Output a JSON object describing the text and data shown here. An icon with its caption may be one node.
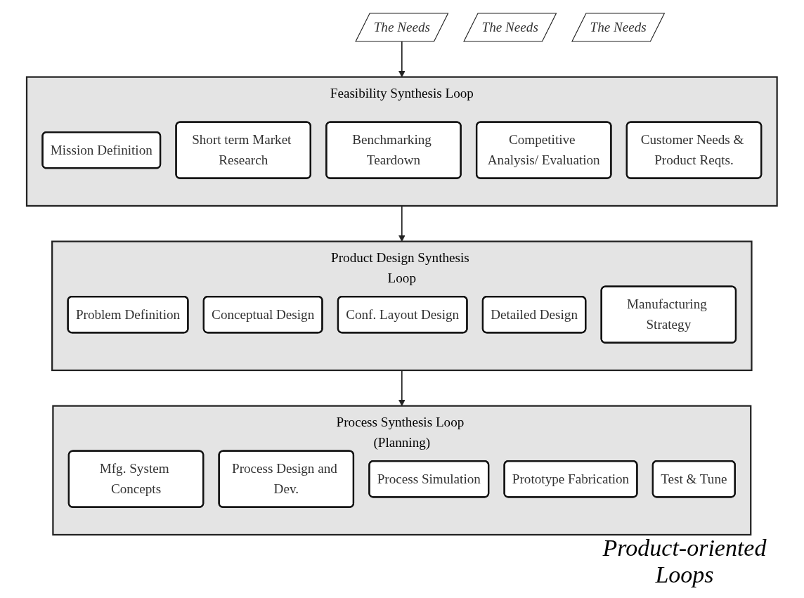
{
  "diagram": {
    "caption": "Product-oriented Loops",
    "nodes": [
      {
        "text": [
          "The Needs"
        ]
      },
      {
        "text": [
          "Feasibility Synthesis Loop"
        ]
      },
      {
        "text": [
          "Mission Definition"
        ],
        "in": 1
      },
      {
        "text": [
          "Short term Market Research"
        ],
        "in": 1
      },
      {
        "text": [
          "Benchmarking Teardown"
        ],
        "in": 1
      },
      {
        "text": [
          "Competitive Analysis/ Evaluation"
        ],
        "in": 1
      },
      {
        "text": [
          "Customer Needs & Product Reqts."
        ],
        "in": 1
      },
      {
        "text": [
          "The Needs"
        ]
      },
      {
        "text": [
          "Product Design Synthesis Loop"
        ]
      },
      {
        "text": [
          "Problem Definition"
        ],
        "in": 8
      },
      {
        "text": [
          "Conceptual Design"
        ],
        "in": 8
      },
      {
        "text": [
          "Conf. Layout Design"
        ],
        "in": 8
      },
      {
        "text": [
          "Detailed Design"
        ],
        "in": 8
      },
      {
        "text": [
          "Manufacturing Strategy"
        ],
        "in": 8
      },
      {
        "text": [
          "The Needs"
        ]
      },
      {
        "text": [
          "Process Synthesis Loop (Planning)"
        ]
      },
      {
        "text": [
          "Mfg. System Concepts"
        ],
        "in": 15
      },
      {
        "text": [
          "Process Design and Dev."
        ],
        "in": 15
      },
      {
        "text": [
          "Process Simulation"
        ],
        "in": 15
      },
      {
        "text": [
          "Prototype Fabrication"
        ],
        "in": 15
      },
      {
        "text": [
          "Test & Tune"
        ],
        "in": 15
      }
    ],
    "edges": [
      {
        "from": 0,
        "to": 1,
        "arrow": "to"
      },
      {
        "from": 1,
        "to": 8,
        "arrow": "to"
      },
      {
        "from": 8,
        "to": 15,
        "arrow": "to"
      }
    ]
  }
}
